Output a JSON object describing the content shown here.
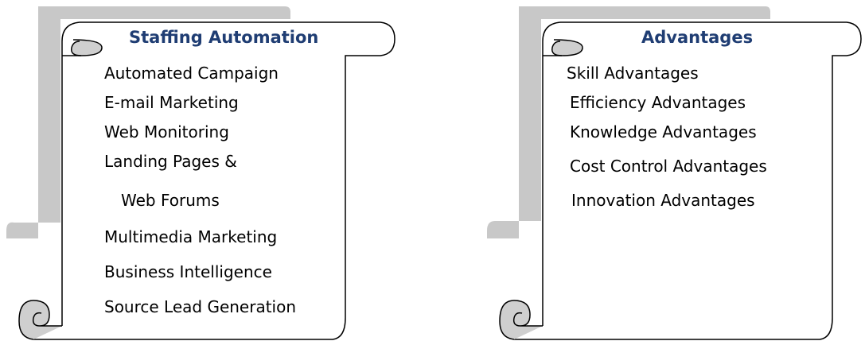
{
  "colors": {
    "title": "#1f3d73",
    "shadow": "#c8c8c8",
    "outline": "#000000",
    "curl_fill": "#cfcfcf"
  },
  "left_scroll": {
    "title": "Staffing Automation",
    "items": [
      "Automated Campaign",
      "E-mail Marketing",
      "Web Monitoring",
      "Landing Pages &",
      "Web Forums",
      "Multimedia Marketing",
      "Business Intelligence",
      "Source Lead Generation"
    ]
  },
  "right_scroll": {
    "title": "Advantages",
    "items": [
      "Skill Advantages",
      "Efficiency Advantages",
      "Knowledge Advantages",
      "Cost Control Advantages",
      "Innovation Advantages"
    ]
  }
}
